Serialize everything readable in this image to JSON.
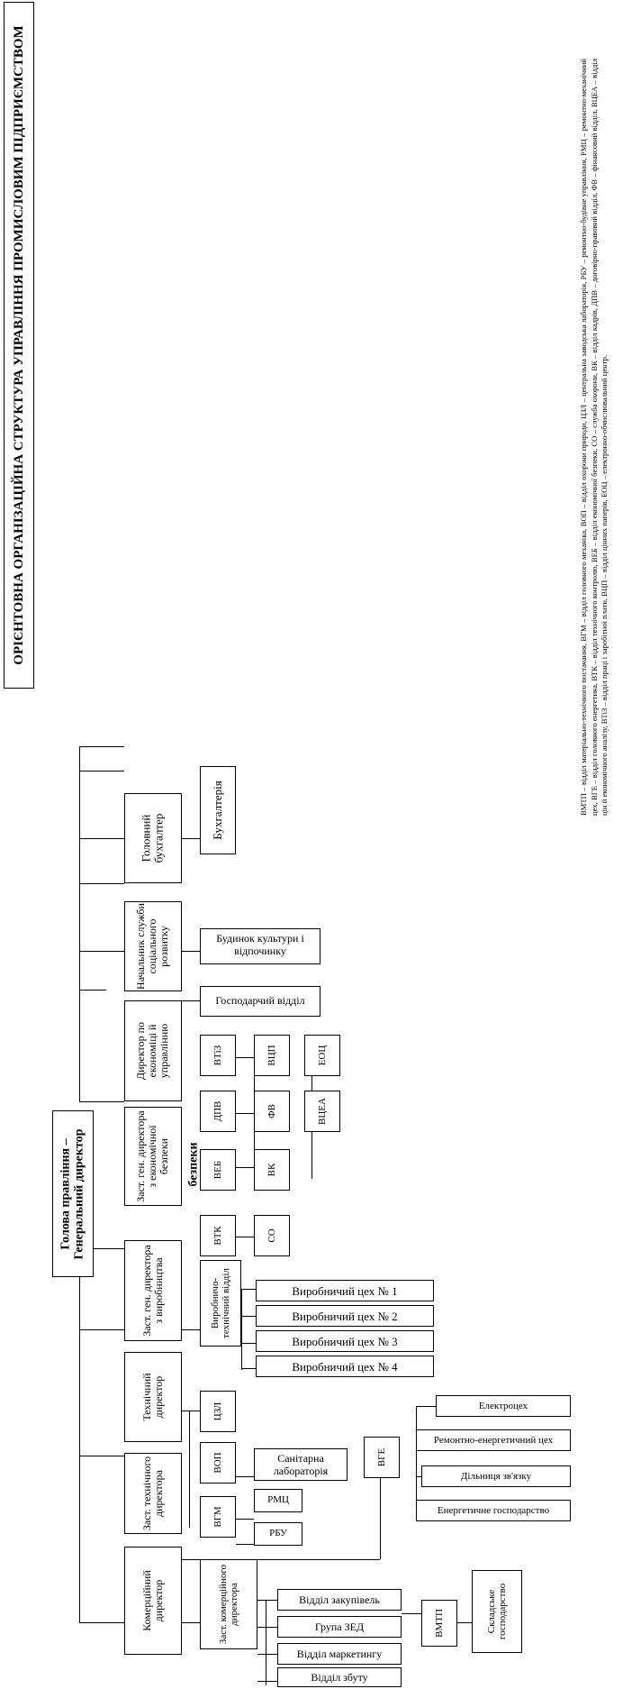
{
  "title": "ОРІЄНТОВНА ОРГАНІЗАЦІЙНА СТРУКТУРА УПРАВЛІННЯ ПРОМИСЛОВИМ ПІДПРИЄМСТВОМ",
  "ceo": "Голова правління – Генеральний директор",
  "directors": {
    "chief_accountant": "Головний бухгалтер",
    "social": "Начальник служби соціального розвитку",
    "economics": "Директор по економіці й управлінню",
    "security": "Заст. ген. директора з економічної безпеки",
    "production": "Заст. ген. директора з виробництва",
    "technical": "Технічний директор",
    "tech_deputy": "Заст. технічного директора",
    "commercial": "Комерційний директор"
  },
  "units": {
    "accounting": "Бухгалтерія",
    "culture_house": "Будинок культури і відпочинку",
    "household": "Господарчий відділ",
    "vtiz": "ВТіЗ",
    "dpv": "ДПВ",
    "vtsp": "ВЦП",
    "fv": "ФВ",
    "eots": "ЕОЦ",
    "vtsea": "ВЦЕА",
    "veb": "ВЕБ",
    "vk": "ВК",
    "vtk": "ВТК",
    "so": "СО",
    "prod_tech": "Виробничо-технічний відділ",
    "security_bezpeky": "безпеки",
    "shop1": "Виробничий цех № 1",
    "shop2": "Виробничий цех № 2",
    "shop3": "Виробничий цех № 3",
    "shop4": "Виробничий цех № 4",
    "tszl": "ЦЗЛ",
    "vop": "ВОП",
    "sanitary_lab": "Санітарна лабораторія",
    "vgm": "ВГМ",
    "rmts": "РМЦ",
    "rbu": "РБУ",
    "vge": "ВГЕ",
    "electro_shop": "Електроцех",
    "repair_energy_shop": "Ремонтно-енергетичний цех",
    "comm_section": "Дільниця зв'язку",
    "energy_household": "Енергетичне господарство",
    "comm_deputy": "Заст. комерційного директора",
    "procurement": "Відділ закупівель",
    "zed_group": "Група ЗЕД",
    "marketing": "Відділ маркетингу",
    "sales": "Відділ збуту",
    "vmtp": "ВМТП",
    "warehouse": "Складське господарство"
  },
  "legend": "ВМТП – відділ матеріально-технічного постачання, ВГМ – відділ головного механіка, ВОП – відділ охорони природи, ЦЗЛ – центральна заводська лабораторія, РБУ – ремонтно-будівне управління, РМЦ – ремонтно-механічний цех, ВГЕ – відділ головного енергетика, ВТК – відділ технічного контролю, ВЕБ – відділ економічної безпеки, СО – служба охорони, ВК – відділ кадрів, ДПВ – договірно-правовий відділ, ФВ – фінансовий відділ, ВЦЕА – відділ цін й економічного аналізу, ВТіЗ – відділ праці і заробітної плати, ВЦП – відділ цінних паперів, ЕОЦ – електронно-обчислювальний центр."
}
